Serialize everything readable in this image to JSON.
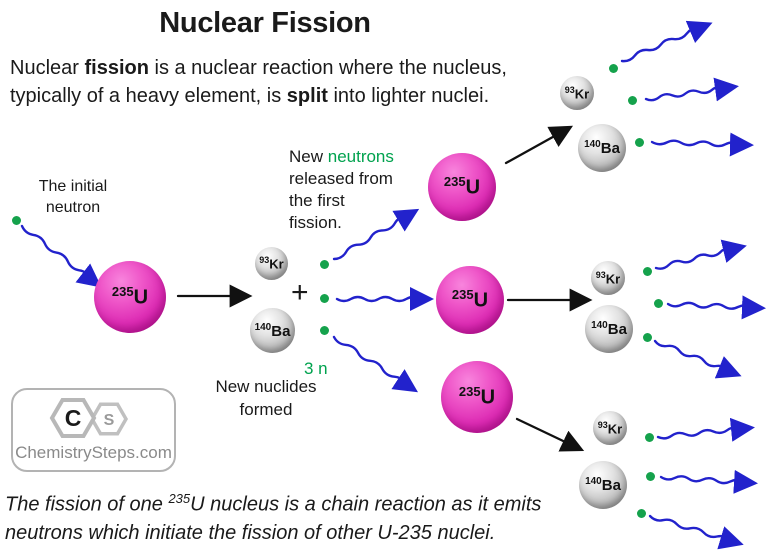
{
  "title": "Nuclear Fission",
  "intro": {
    "l1a": "Nuclear ",
    "l1b": "fission",
    "l1c": " is a nuclear reaction where the nucleus,",
    "l2a": "typically of a heavy element, is ",
    "l2b": "split",
    "l2c": " into lighter nuclei."
  },
  "labels": {
    "initial_neutron_l1": "The initial",
    "initial_neutron_l2": "neutron",
    "new_neutrons_l1a": "New ",
    "new_neutrons_l1b": "neutrons",
    "new_neutrons_l2": "released from",
    "new_neutrons_l3": "the first",
    "new_neutrons_l4": "fission.",
    "three_n": "3 n",
    "new_nuclides_l1": "New nuclides",
    "new_nuclides_l2": "formed",
    "plus": "+"
  },
  "nuclides": {
    "u235": {
      "mass": "235",
      "symbol": "U"
    },
    "kr93": {
      "mass": "93",
      "symbol": "Kr"
    },
    "ba140": {
      "mass": "140",
      "symbol": "Ba"
    }
  },
  "caption": {
    "line1a": "The fission of one ",
    "line1_sup": "235",
    "line1b": "U nucleus is a chain reaction as it emits",
    "line2": "neutrons which initiate the fission of other U-235 nuclei."
  },
  "logo": {
    "hex_letter_1": "C",
    "hex_letter_2": "S",
    "site": "ChemistrySteps.com"
  },
  "colors": {
    "uranium_magenta": "#dd2cb4",
    "nuclide_gray": "#b5b5b5",
    "neutron_green": "#15a24c",
    "neutron_text_green": "#00a24e",
    "arrow_blue": "#2222cc",
    "arrow_black": "#111111",
    "text_black": "#1a1a1a",
    "logo_gray": "#8a8a8a"
  }
}
